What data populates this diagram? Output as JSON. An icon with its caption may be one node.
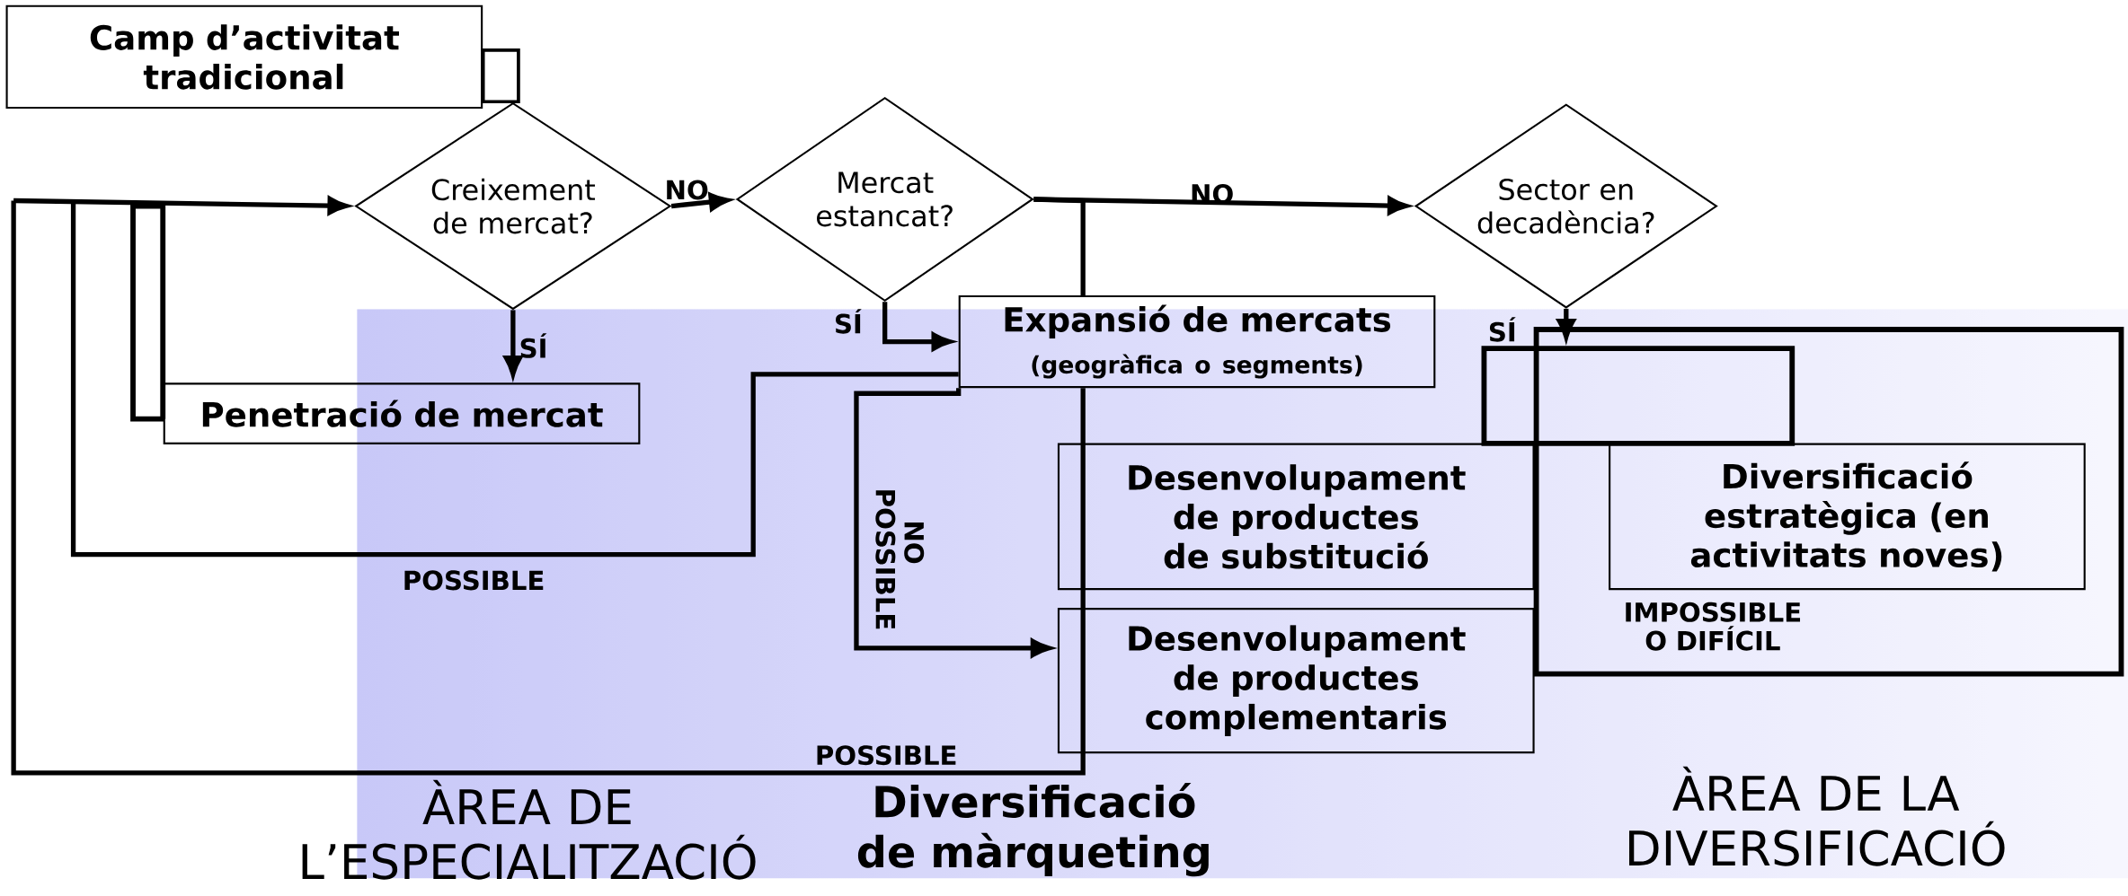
{
  "diagram": {
    "nodes": [
      {
        "text": [
          "Camp d’activitat tradicional"
        ]
      },
      {
        "text": [
          "Creixement de mercat?"
        ]
      },
      {
        "text": [
          "Mercat estancat?"
        ]
      },
      {
        "text": [
          "Sector en decadència?"
        ]
      },
      {
        "text": [
          "Penetració de mercat"
        ]
      },
      {
        "text": [
          "Expansió de mercats",
          "(geogràfica o segments)"
        ]
      },
      {
        "text": [
          "Desenvolupament de productes de substitució"
        ]
      },
      {
        "text": [
          "Desenvolupament de productes complementaris"
        ]
      },
      {
        "text": [
          "Diversificació estratègica (en activitats noves)"
        ]
      },
      {
        "text": [],
        "shape": "box"
      }
    ],
    "edges": [
      {
        "from": null,
        "to": 1,
        "arrow": "to"
      },
      {
        "from": 1,
        "to": 2,
        "arrow": "to",
        "label": "NO"
      },
      {
        "from": 2,
        "to": 3,
        "arrow": "to",
        "label": "NO"
      },
      {
        "from": 1,
        "to": 4,
        "arrow": "to",
        "label": "SÍ"
      },
      {
        "from": 2,
        "to": 5,
        "arrow": "to",
        "label": "SÍ"
      },
      {
        "from": 5,
        "to": 7,
        "arrow": "to",
        "label": "NO POSSIBLE"
      },
      {
        "from": 3,
        "to": 9,
        "arrow": "to",
        "label": "SÍ"
      },
      {
        "from": null,
        "to": 5,
        "arrow": "none",
        "label": "POSSIBLE"
      },
      {
        "from": null,
        "to": 5,
        "arrow": "none",
        "label": "POSSIBLE"
      },
      {
        "from": 2,
        "to": 5,
        "arrow": "none"
      }
    ],
    "labels": [
      "IMPOSSIBLE O DIFÍCIL",
      "ÀREA DE L’ESPECIALITZACIÓ",
      "Diversificació de màrqueting",
      "ÀREA DE LA DIVERSIFICACIÓ"
    ]
  }
}
